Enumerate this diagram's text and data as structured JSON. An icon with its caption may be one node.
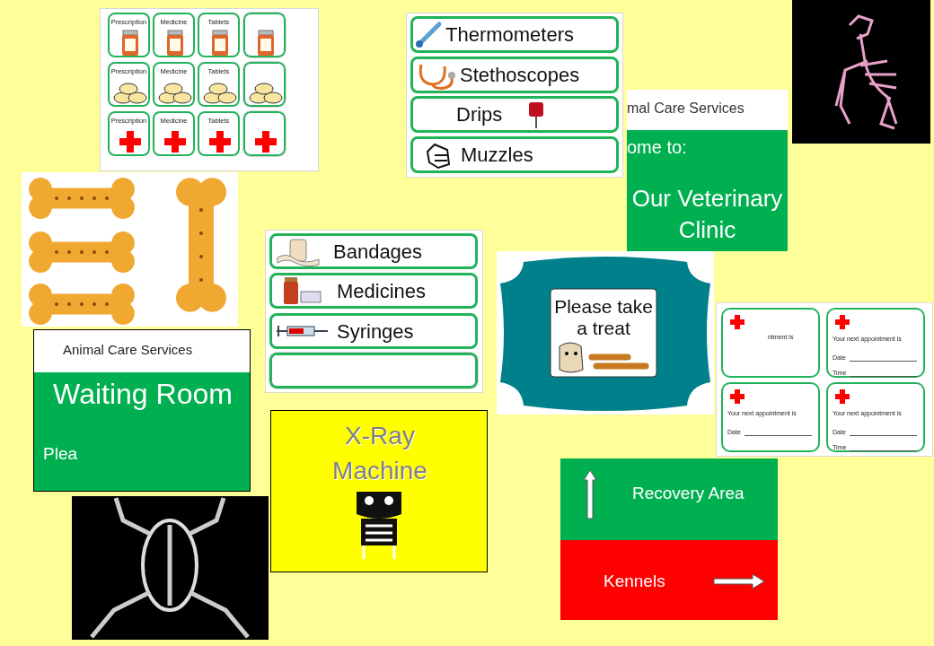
{
  "diagram": {
    "nodes": [
      {
        "text": [],
        "shape": "picture"
      },
      {
        "text": [],
        "shape": "box"
      },
      {
        "text": [
          "Prescription"
        ],
        "in": 1
      },
      {
        "text": [
          "Medicine"
        ],
        "in": 1
      },
      {
        "text": [
          "Tablets"
        ],
        "in": 1
      },
      {
        "text": [],
        "shape": "box",
        "in": 1
      },
      {
        "text": [
          "Prescription"
        ],
        "in": 1
      },
      {
        "text": [
          "Medicine"
        ],
        "in": 1
      },
      {
        "text": [
          "Tablets"
        ],
        "in": 1
      },
      {
        "text": [],
        "shape": "box",
        "in": 1
      },
      {
        "text": [
          "Prescription"
        ],
        "in": 1
      },
      {
        "text": [
          "Medicine"
        ],
        "in": 1
      },
      {
        "text": [
          "Tablets"
        ],
        "in": 1
      },
      {
        "text": [],
        "shape": "box",
        "in": 1
      },
      {
        "text": [],
        "shape": "box"
      },
      {
        "text": [
          "Thermometers"
        ],
        "in": 14
      },
      {
        "text": [
          "Stethoscopes"
        ],
        "in": 14
      },
      {
        "text": [
          "Drips"
        ],
        "in": 14
      },
      {
        "text": [
          "Muzzles"
        ],
        "in": 14
      },
      {
        "text": [],
        "shape": "picture"
      },
      {
        "text": [
          "mal Care Services",
          "ome to:",
          "Our Veterinary Clinic"
        ]
      },
      {
        "text": [],
        "shape": "box"
      },
      {
        "text": [
          "Bandages"
        ],
        "in": 21
      },
      {
        "text": [
          "Medicines"
        ],
        "in": 21
      },
      {
        "text": [
          "Syringes"
        ],
        "in": 21
      },
      {
        "text": [],
        "shape": "box",
        "in": 21
      },
      {
        "text": [
          "Please take a treat"
        ]
      },
      {
        "text": [],
        "shape": "box"
      },
      {
        "text": [
          "ntment is"
        ],
        "in": 27
      },
      {
        "text": [
          "Your next appointment is",
          "Date",
          "Time"
        ],
        "in": 27
      },
      {
        "text": [
          "Your next appointment is",
          "Date"
        ],
        "in": 27
      },
      {
        "text": [
          "Your next appointment is",
          "Date",
          "Time"
        ],
        "in": 27
      },
      {
        "text": [
          "Animal Care Services",
          "Waiting Room",
          "Plea"
        ]
      },
      {
        "text": [],
        "shape": "picture"
      },
      {
        "text": [
          "X-Ray Machine"
        ]
      },
      {
        "text": [
          "Recovery Area",
          "Kennels"
        ]
      }
    ]
  }
}
